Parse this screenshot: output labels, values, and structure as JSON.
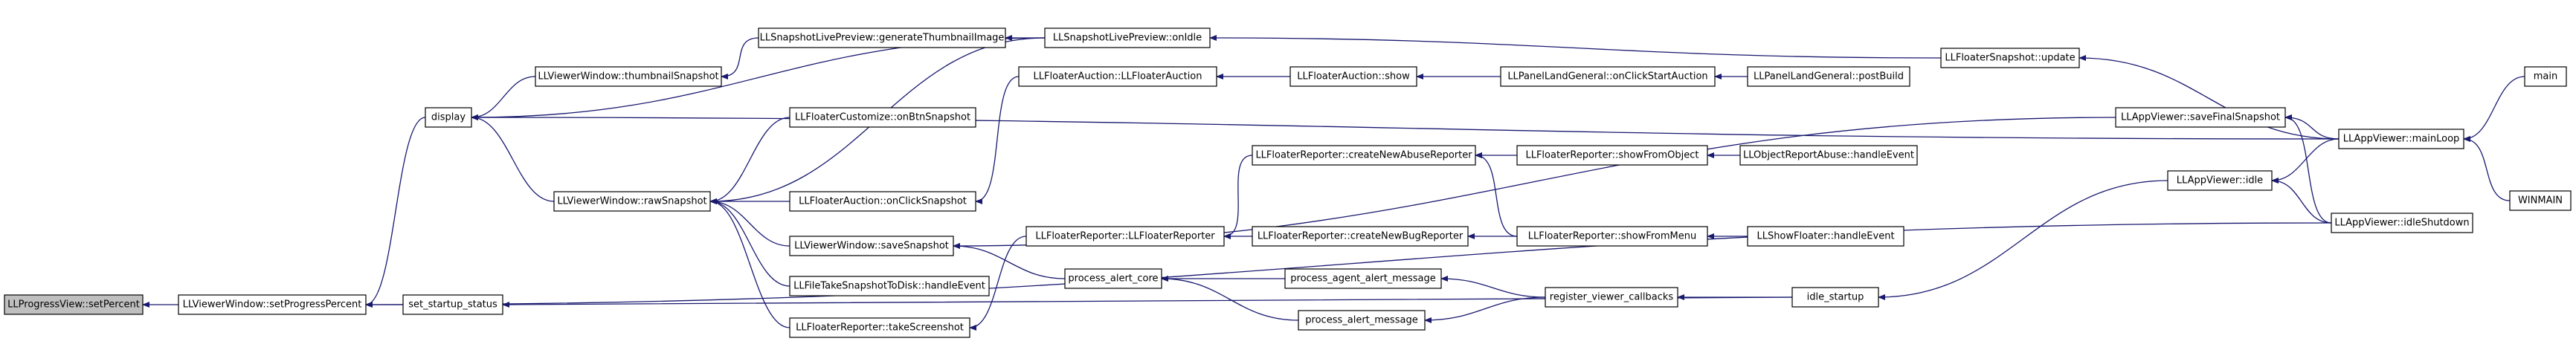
{
  "accent_color": "#191970",
  "nodes": [
    {
      "id": "n_setpercent",
      "label": "LLProgressView::setPercent",
      "root": true
    },
    {
      "id": "n_setprogress",
      "label": "LLViewerWindow::setProgressPercent"
    },
    {
      "id": "n_display",
      "label": "display"
    },
    {
      "id": "n_setstartup",
      "label": "set_startup_status"
    },
    {
      "id": "n_thumbsnap",
      "label": "LLViewerWindow::thumbnailSnapshot"
    },
    {
      "id": "n_rawsnap",
      "label": "LLViewerWindow::rawSnapshot"
    },
    {
      "id": "n_genthumb",
      "label": "LLSnapshotLivePreview::generateThumbnailImage"
    },
    {
      "id": "n_onidle",
      "label": "LLSnapshotLivePreview::onIdle"
    },
    {
      "id": "n_custom",
      "label": "LLFloaterCustomize::onBtnSnapshot"
    },
    {
      "id": "n_auctionsnap",
      "label": "LLFloaterAuction::onClickSnapshot"
    },
    {
      "id": "n_savesnap",
      "label": "LLViewerWindow::saveSnapshot"
    },
    {
      "id": "n_filetake",
      "label": "LLFileTakeSnapshotToDisk::handleEvent"
    },
    {
      "id": "n_takescreen",
      "label": "LLFloaterReporter::takeScreenshot"
    },
    {
      "id": "n_auctionctor",
      "label": "LLFloaterAuction::LLFloaterAuction"
    },
    {
      "id": "n_reporterctor",
      "label": "LLFloaterReporter::LLFloaterReporter"
    },
    {
      "id": "n_alertcore",
      "label": "process_alert_core"
    },
    {
      "id": "n_auctionshow",
      "label": "LLFloaterAuction::show"
    },
    {
      "id": "n_createabuse",
      "label": "LLFloaterReporter::createNewAbuseReporter"
    },
    {
      "id": "n_createbug",
      "label": "LLFloaterReporter::createNewBugReporter"
    },
    {
      "id": "n_agentalert",
      "label": "process_agent_alert_message"
    },
    {
      "id": "n_alertmsg",
      "label": "process_alert_message"
    },
    {
      "id": "n_startauction",
      "label": "LLPanelLandGeneral::onClickStartAuction"
    },
    {
      "id": "n_showobj",
      "label": "LLFloaterReporter::showFromObject"
    },
    {
      "id": "n_showmenu",
      "label": "LLFloaterReporter::showFromMenu"
    },
    {
      "id": "n_regcb",
      "label": "register_viewer_callbacks"
    },
    {
      "id": "n_postbuild",
      "label": "LLPanelLandGeneral::postBuild"
    },
    {
      "id": "n_objabuse",
      "label": "LLObjectReportAbuse::handleEvent"
    },
    {
      "id": "n_showfloater",
      "label": "LLShowFloater::handleEvent"
    },
    {
      "id": "n_idlestart",
      "label": "idle_startup"
    },
    {
      "id": "n_snapupdate",
      "label": "LLFloaterSnapshot::update"
    },
    {
      "id": "n_savefinal",
      "label": "LLAppViewer::saveFinalSnapshot"
    },
    {
      "id": "n_appidle",
      "label": "LLAppViewer::idle"
    },
    {
      "id": "n_mainloop",
      "label": "LLAppViewer::mainLoop"
    },
    {
      "id": "n_idleshut",
      "label": "LLAppViewer::idleShutdown"
    },
    {
      "id": "n_main",
      "label": "main"
    },
    {
      "id": "n_winmain",
      "label": "WINMAIN"
    }
  ],
  "edges": [
    [
      "n_setprogress",
      "n_setpercent"
    ],
    [
      "n_display",
      "n_setprogress"
    ],
    [
      "n_setstartup",
      "n_setprogress"
    ],
    [
      "n_idleshut",
      "n_setprogress"
    ],
    [
      "n_thumbsnap",
      "n_display"
    ],
    [
      "n_rawsnap",
      "n_display"
    ],
    [
      "n_onidle",
      "n_display"
    ],
    [
      "n_mainloop",
      "n_display"
    ],
    [
      "n_idlestart",
      "n_setstartup"
    ],
    [
      "n_genthumb",
      "n_thumbsnap"
    ],
    [
      "n_onidle",
      "n_genthumb"
    ],
    [
      "n_snapupdate",
      "n_onidle"
    ],
    [
      "n_mainloop",
      "n_snapupdate"
    ],
    [
      "n_onidle",
      "n_rawsnap"
    ],
    [
      "n_custom",
      "n_rawsnap"
    ],
    [
      "n_auctionsnap",
      "n_rawsnap"
    ],
    [
      "n_savesnap",
      "n_rawsnap"
    ],
    [
      "n_filetake",
      "n_rawsnap"
    ],
    [
      "n_takescreen",
      "n_rawsnap"
    ],
    [
      "n_auctionctor",
      "n_auctionsnap"
    ],
    [
      "n_auctionshow",
      "n_auctionctor"
    ],
    [
      "n_startauction",
      "n_auctionshow"
    ],
    [
      "n_postbuild",
      "n_startauction"
    ],
    [
      "n_savefinal",
      "n_savesnap"
    ],
    [
      "n_alertcore",
      "n_savesnap"
    ],
    [
      "n_reporterctor",
      "n_takescreen"
    ],
    [
      "n_createabuse",
      "n_reporterctor"
    ],
    [
      "n_createbug",
      "n_reporterctor"
    ],
    [
      "n_showobj",
      "n_createabuse"
    ],
    [
      "n_showmenu",
      "n_createabuse"
    ],
    [
      "n_showmenu",
      "n_createbug"
    ],
    [
      "n_objabuse",
      "n_showobj"
    ],
    [
      "n_showfloater",
      "n_showmenu"
    ],
    [
      "n_agentalert",
      "n_alertcore"
    ],
    [
      "n_alertmsg",
      "n_alertcore"
    ],
    [
      "n_regcb",
      "n_agentalert"
    ],
    [
      "n_regcb",
      "n_alertmsg"
    ],
    [
      "n_idlestart",
      "n_regcb"
    ],
    [
      "n_appidle",
      "n_idlestart"
    ],
    [
      "n_mainloop",
      "n_appidle"
    ],
    [
      "n_idleshut",
      "n_appidle"
    ],
    [
      "n_mainloop",
      "n_savefinal"
    ],
    [
      "n_idleshut",
      "n_savefinal"
    ],
    [
      "n_main",
      "n_mainloop"
    ],
    [
      "n_winmain",
      "n_mainloop"
    ]
  ]
}
